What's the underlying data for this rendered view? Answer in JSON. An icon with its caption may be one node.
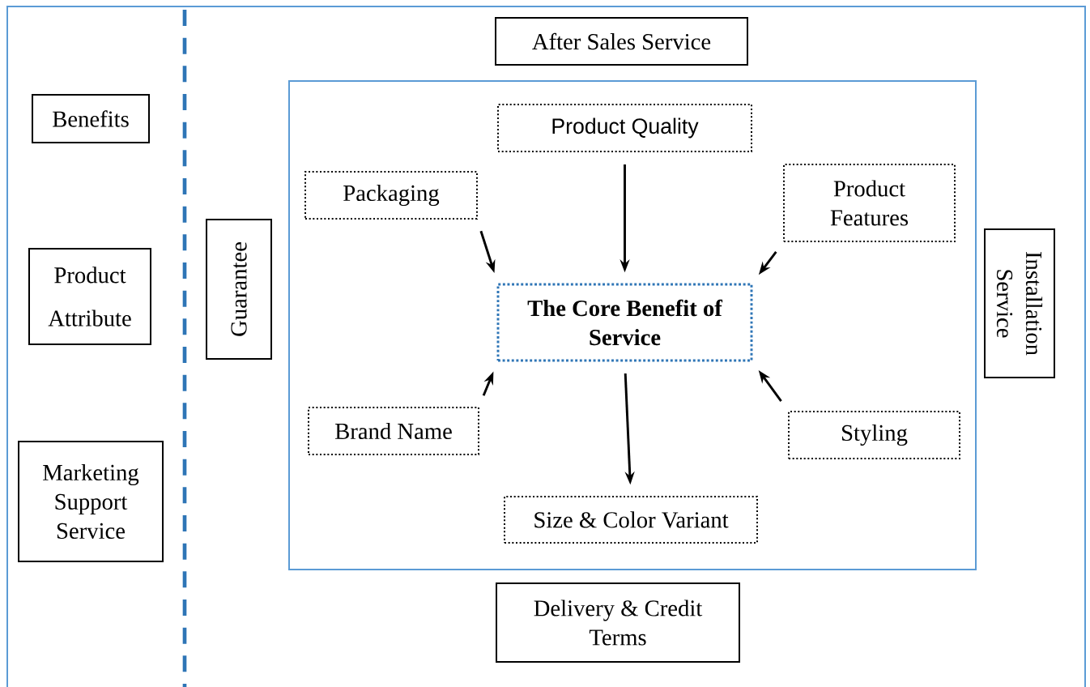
{
  "diagram": {
    "nodes": [
      {
        "text": [
          "After Sales Service"
        ]
      },
      {
        "text": [
          "Benefits"
        ]
      },
      {
        "text": [],
        "shape": "box"
      },
      {
        "text": [
          "Product Quality"
        ],
        "in": 2
      },
      {
        "text": [
          "Packaging"
        ],
        "in": 2
      },
      {
        "text": [
          "Product Features"
        ],
        "in": 2
      },
      {
        "text": [
          "Guarantee"
        ]
      },
      {
        "text": [
          "Product Attribute"
        ]
      },
      {
        "text": [
          "Installation Service"
        ]
      },
      {
        "text": [
          "The Core Benefit of Service"
        ],
        "in": 2
      },
      {
        "text": [
          "Brand Name"
        ],
        "in": 2
      },
      {
        "text": [
          "Styling"
        ],
        "in": 2
      },
      {
        "text": [
          "Marketing Support Service"
        ]
      },
      {
        "text": [
          "Size & Color Variant"
        ],
        "in": 2
      },
      {
        "text": [
          "Delivery & Credit Terms"
        ]
      }
    ],
    "edges": [
      {
        "from": 3,
        "to": 9,
        "arrow": "to"
      },
      {
        "from": 4,
        "to": 9,
        "arrow": "to"
      },
      {
        "from": 5,
        "to": 9,
        "arrow": "to"
      },
      {
        "from": 10,
        "to": 9,
        "arrow": "to"
      },
      {
        "from": 11,
        "to": 9,
        "arrow": "to"
      },
      {
        "from": 9,
        "to": 13,
        "arrow": "to"
      }
    ]
  }
}
